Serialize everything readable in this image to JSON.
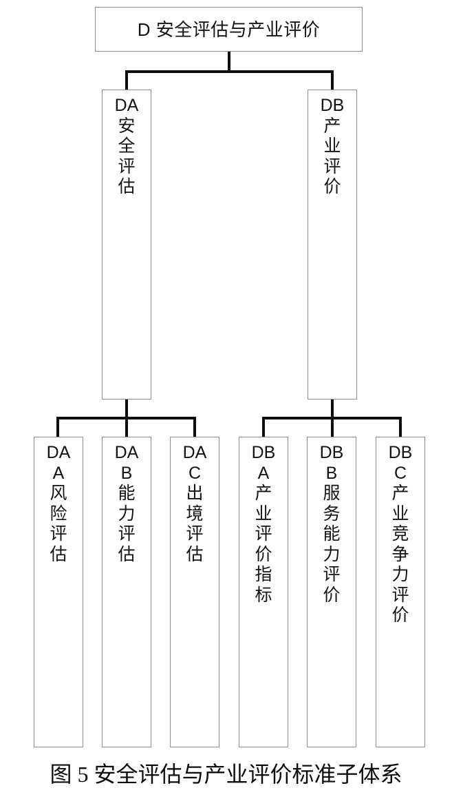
{
  "figure": {
    "caption": "图 5  安全评估与产业评价标准子体系"
  },
  "tree": {
    "root": {
      "code": "D",
      "name": "安全评估与产业评价",
      "label": "D 安全评估与产业评价"
    },
    "level2": [
      {
        "id": "DA",
        "code": "DA",
        "name": "安全评估",
        "chars": [
          "DA",
          "安",
          "全",
          "评",
          "估"
        ]
      },
      {
        "id": "DB",
        "code": "DB",
        "name": "产业评价",
        "chars": [
          "DB",
          "产",
          "业",
          "评",
          "价"
        ]
      }
    ],
    "level3": [
      {
        "id": "DAA",
        "parent": "DA",
        "code": "DAA",
        "name": "风险评估",
        "chars": [
          "DA",
          "A",
          "风",
          "险",
          "评",
          "估"
        ]
      },
      {
        "id": "DAB",
        "parent": "DA",
        "code": "DAB",
        "name": "能力评估",
        "chars": [
          "DA",
          "B",
          "能",
          "力",
          "评",
          "估"
        ]
      },
      {
        "id": "DAC",
        "parent": "DA",
        "code": "DAC",
        "name": "出境评估",
        "chars": [
          "DA",
          "C",
          "出",
          "境",
          "评",
          "估"
        ]
      },
      {
        "id": "DBA",
        "parent": "DB",
        "code": "DBA",
        "name": "产业评价指标",
        "chars": [
          "DB",
          "A",
          "产",
          "业",
          "评",
          "价",
          "指",
          "标"
        ]
      },
      {
        "id": "DBB",
        "parent": "DB",
        "code": "DBB",
        "name": "服务能力评价",
        "chars": [
          "DB",
          "B",
          "服",
          "务",
          "能",
          "力",
          "评",
          "价"
        ]
      },
      {
        "id": "DBC",
        "parent": "DB",
        "code": "DBC",
        "name": "产业竞争力评价",
        "chars": [
          "DB",
          "C",
          "产",
          "业",
          "竞",
          "争",
          "力",
          "评",
          "价"
        ]
      }
    ]
  },
  "style": {
    "box_border_color": "#8a8c8e",
    "connector_color": "#0d0d0d",
    "text_color": "#121212",
    "background": "#ffffff"
  }
}
